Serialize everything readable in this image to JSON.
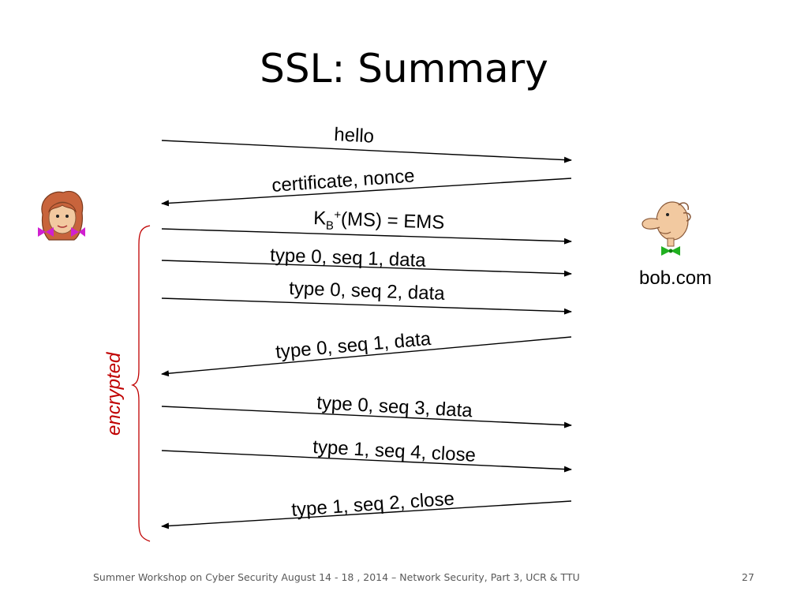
{
  "title": "SSL: Summary",
  "client": {
    "icon": "alice-girl-icon"
  },
  "server": {
    "icon": "bob-man-icon",
    "name": "bob.com"
  },
  "encrypted_label": "encrypted",
  "messages": [
    {
      "text": "hello",
      "direction": "client-to-server"
    },
    {
      "text": "certificate, nonce",
      "direction": "server-to-client"
    },
    {
      "text_parts": {
        "base": "K",
        "sub": "B",
        "sup": "+",
        "rest": "(MS) = EMS"
      },
      "direction": "client-to-server"
    },
    {
      "text": "type 0, seq 1, data",
      "direction": "client-to-server"
    },
    {
      "text": "type 0, seq 2, data",
      "direction": "client-to-server"
    },
    {
      "text": "type 0, seq 1, data",
      "direction": "server-to-client"
    },
    {
      "text": "type 0, seq 3, data",
      "direction": "client-to-server"
    },
    {
      "text": "type 1, seq 4, close",
      "direction": "client-to-server"
    },
    {
      "text": "type 1, seq 2, close",
      "direction": "server-to-client"
    }
  ],
  "footer": {
    "text": "Summer Workshop on Cyber Security August 14 - 18 , 2014 – Network Security, Part 3, UCR & TTU",
    "page_number": "27"
  },
  "colors": {
    "encrypted": "#c00000",
    "arrows": "#000000",
    "footer": "#595959"
  }
}
